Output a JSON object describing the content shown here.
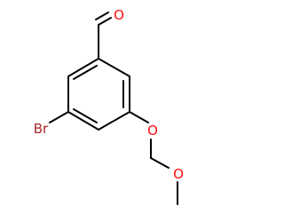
{
  "molecule": {
    "atoms": {
      "aldehyde_o": "O",
      "ring_br": "Br",
      "ether_o1": "O",
      "ether_o2": "O"
    },
    "colors": {
      "bond": "#000000",
      "oxygen": "#ff0d0d",
      "bromine": "#a62929"
    }
  }
}
